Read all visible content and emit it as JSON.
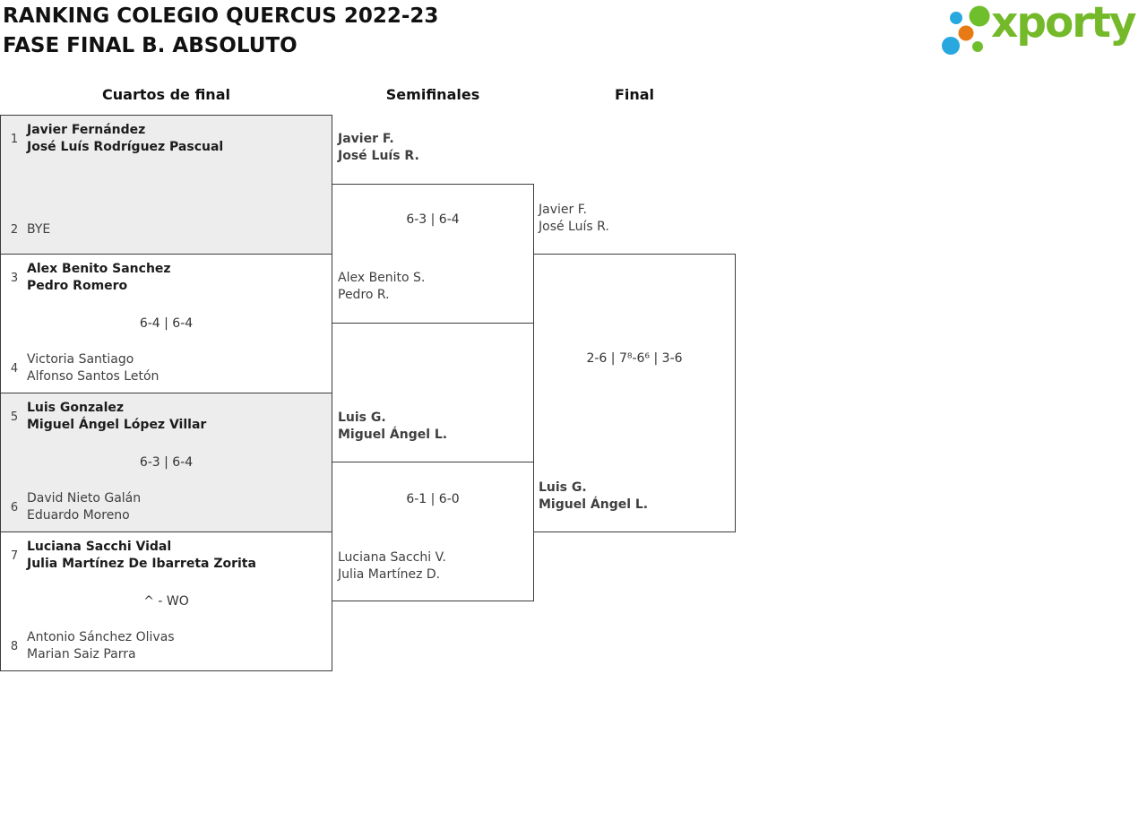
{
  "header": {
    "title_line1": "RANKING COLEGIO QUERCUS 2022-23",
    "title_line2": "FASE FINAL B. ABSOLUTO",
    "logo_text": "xporty"
  },
  "colors": {
    "logo_green": "#6fbe2c",
    "logo_blue": "#29a8e0",
    "logo_orange": "#e87a16",
    "logo_text_green": "#74b929",
    "box_fill_gray": "#ededed",
    "box_border": "#3c3c3c"
  },
  "columns": {
    "quarterfinals": "Cuartos de final",
    "semifinals": "Semifinales",
    "final": "Final"
  },
  "quarterfinals": [
    {
      "seed_top": "1",
      "top_line1": "Javier Fernández",
      "top_line2": "José Luís Rodríguez Pascual",
      "top_winner": true,
      "score": "",
      "seed_bottom": "2",
      "bottom_line1": "BYE",
      "bottom_winner": false
    },
    {
      "seed_top": "3",
      "top_line1": "Alex Benito Sanchez",
      "top_line2": "Pedro Romero",
      "top_winner": true,
      "score": "6-4 | 6-4",
      "seed_bottom": "4",
      "bottom_line1": "Victoria Santiago",
      "bottom_line2": "Alfonso Santos Letón",
      "bottom_winner": false
    },
    {
      "seed_top": "5",
      "top_line1": "Luis Gonzalez",
      "top_line2": "Miguel Ángel López Villar",
      "top_winner": true,
      "score": "6-3 | 6-4",
      "seed_bottom": "6",
      "bottom_line1": "David Nieto Galán",
      "bottom_line2": "Eduardo Moreno",
      "bottom_winner": false
    },
    {
      "seed_top": "7",
      "top_line1": "Luciana Sacchi Vidal",
      "top_line2": "Julia Martínez De Ibarreta Zorita",
      "top_winner": true,
      "score": "^ - WO",
      "seed_bottom": "8",
      "bottom_line1": "Antonio Sánchez Olivas",
      "bottom_line2": "Marian Saiz Parra",
      "bottom_winner": false
    }
  ],
  "semifinals": [
    {
      "top_line1": "Javier F.",
      "top_line2": "José Luís R.",
      "top_winner": true,
      "score": "6-3 | 6-4",
      "bottom_line1": "Alex Benito S.",
      "bottom_line2": "Pedro R.",
      "bottom_winner": false
    },
    {
      "top_line1": "Luis G.",
      "top_line2": "Miguel Ángel L.",
      "top_winner": true,
      "score": "6-1 | 6-0",
      "bottom_line1": "Luciana Sacchi V.",
      "bottom_line2": "Julia Martínez D.",
      "bottom_winner": false
    }
  ],
  "final": {
    "top_line1": "Javier F.",
    "top_line2": "José Luís R.",
    "top_winner": false,
    "score": "2-6 | 7⁸-6⁶ | 3-6",
    "bottom_line1": "Luis G.",
    "bottom_line2": "Miguel Ángel L.",
    "bottom_winner": true
  }
}
